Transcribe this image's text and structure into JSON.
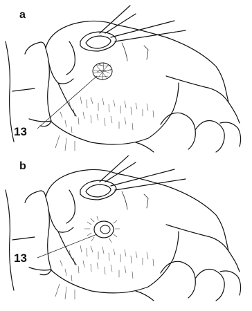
{
  "panels": [
    {
      "letter": "a",
      "callout": "13",
      "structure": "hair-tuft-patch"
    },
    {
      "letter": "b",
      "callout": "13",
      "structure": "raised-ring-organ"
    }
  ]
}
